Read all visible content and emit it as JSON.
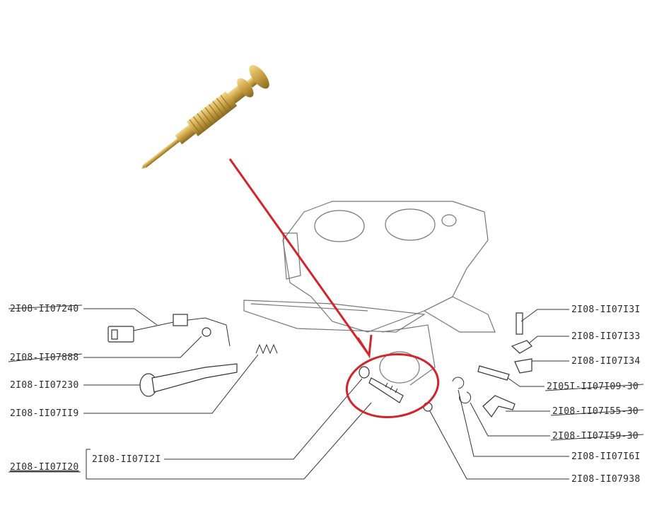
{
  "diagram": {
    "left_labels": [
      {
        "text": "2I08-II07240",
        "struck": true
      },
      {
        "text": "2I08-II07888",
        "struck": true
      },
      {
        "text": "2I08-II07230",
        "struck": false
      },
      {
        "text": "2I08-II07II9",
        "struck": false
      }
    ],
    "assembly_label": "2I08-II07I20",
    "sub_label": "2I08-II07I2I",
    "right_labels": [
      {
        "text": "2I08-II07I3I",
        "struck": false
      },
      {
        "text": "2I08-II07I33",
        "struck": false
      },
      {
        "text": "2I08-II07I34",
        "struck": false
      },
      {
        "text": "2I05I-II07I09-30",
        "struck": true
      },
      {
        "text": "2I08-II07I55-30",
        "struck": true
      },
      {
        "text": "2I08-II07I59-30",
        "struck": true
      },
      {
        "text": "2I08-II07I6I",
        "struck": false
      },
      {
        "text": "2I08-II07938",
        "struck": false
      }
    ],
    "highlight_color": "#d4232a",
    "brass_color": "#c9a043"
  }
}
